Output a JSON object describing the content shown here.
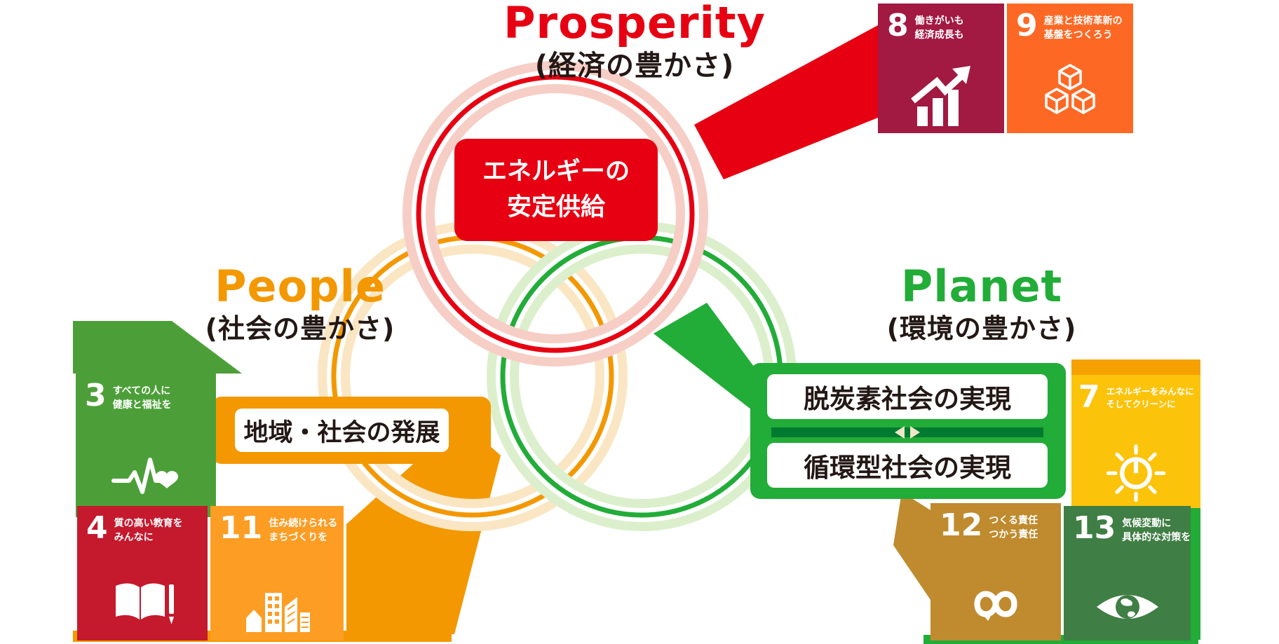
{
  "diagram": {
    "prosperity": {
      "en": "Prosperity",
      "ja": "(経済の豊かさ)"
    },
    "people": {
      "en": "People",
      "ja": "(社会の豊かさ)"
    },
    "planet": {
      "en": "Planet",
      "ja": "(環境の豊かさ)"
    },
    "center_box": {
      "line1": "エネルギーの",
      "line2": "安定供給"
    },
    "people_banner": {
      "label": "地域・社会の発展"
    },
    "planet_banner": {
      "label1": "脱炭素社会の実現",
      "label2": "循環型社会の実現"
    }
  },
  "colors": {
    "prosperity_red": "#E60012",
    "people_orange": "#F39800",
    "planet_green": "#22AC38",
    "text_dark": "#231815"
  },
  "tiles": {
    "t3": {
      "number": "3",
      "line1": "すべての人に",
      "line2": "健康と福祉を",
      "color": "#4C9F38",
      "icon": "ekg-heart-icon"
    },
    "t4": {
      "number": "4",
      "line1": "質の高い教育を",
      "line2": "みんなに",
      "color": "#C5192D",
      "icon": "open-book-icon"
    },
    "t7": {
      "number": "7",
      "line1": "エネルギーをみんなに",
      "line2": "そしてクリーンに",
      "color": "#FCC30B",
      "icon": "sun-power-icon"
    },
    "t8": {
      "number": "8",
      "line1": "働きがいも",
      "line2": "経済成長も",
      "color": "#A21942",
      "icon": "growth-chart-icon"
    },
    "t9": {
      "number": "9",
      "line1": "産業と技術革新の",
      "line2": "基盤をつくろう",
      "color": "#FD6925",
      "icon": "cubes-icon"
    },
    "t11": {
      "number": "11",
      "line1": "住み続けられる",
      "line2": "まちづくりを",
      "color": "#FD9D24",
      "icon": "city-icon"
    },
    "t12": {
      "number": "12",
      "line1": "つくる責任",
      "line2": "つかう責任",
      "color": "#BF8B2E",
      "icon": "infinity-icon"
    },
    "t13": {
      "number": "13",
      "line1": "気候変動に",
      "line2": "具体的な対策を",
      "color": "#3F7E44",
      "icon": "eye-globe-icon"
    }
  }
}
